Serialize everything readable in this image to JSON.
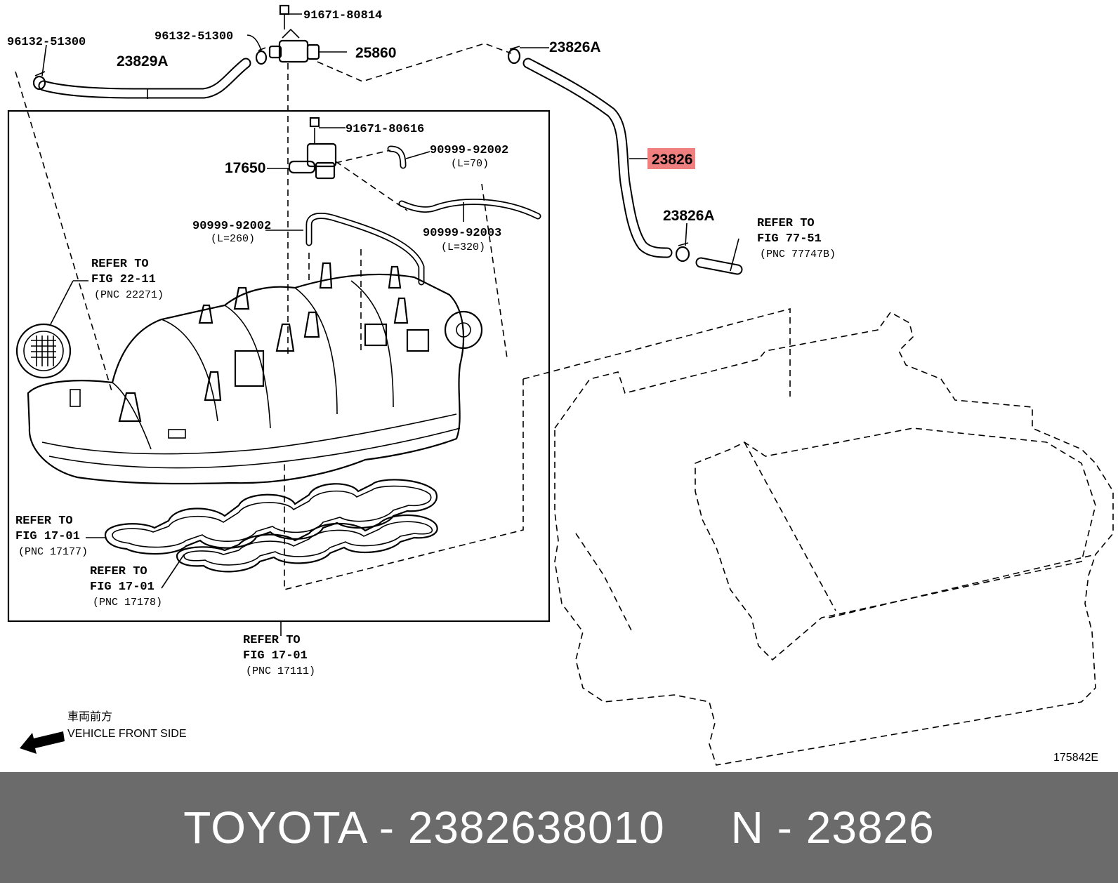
{
  "diagram": {
    "part_labels": {
      "p91671_80814": "91671-80814",
      "p96132_left": "96132-51300",
      "p96132_mid": "96132-51300",
      "p25860": "25860",
      "p23826A_top": "23826A",
      "p23829A": "23829A",
      "p91671_80616": "91671-80616",
      "p90999_92002_a": "90999-92002",
      "p90999_92002_a_len": "(L=70)",
      "p17650": "17650",
      "p23826": "23826",
      "p90999_92002_b": "90999-92002",
      "p90999_92002_b_len": "(L=260)",
      "p90999_92003": "90999-92003",
      "p90999_92003_len": "(L=320)",
      "p23826A_bottom": "23826A"
    },
    "refers": {
      "r77_51": [
        "REFER TO",
        "FIG 77-51",
        "(PNC 77747B)"
      ],
      "r22_11": [
        "REFER TO",
        "FIG 22-11",
        "(PNC 22271)"
      ],
      "r17177": [
        "REFER TO",
        "FIG 17-01",
        "(PNC 17177)"
      ],
      "r17178": [
        "REFER TO",
        "FIG 17-01",
        "(PNC 17178)"
      ],
      "r17111": [
        "REFER TO",
        "FIG 17-01",
        "(PNC 17111)"
      ]
    },
    "direction_jp": "車両前方",
    "direction_en": "VEHICLE FRONT SIDE",
    "figure_code": "175842E",
    "highlight_color": "#f08080"
  },
  "footer": {
    "text": "TOYOTA - 2382638010     N - 23826"
  }
}
